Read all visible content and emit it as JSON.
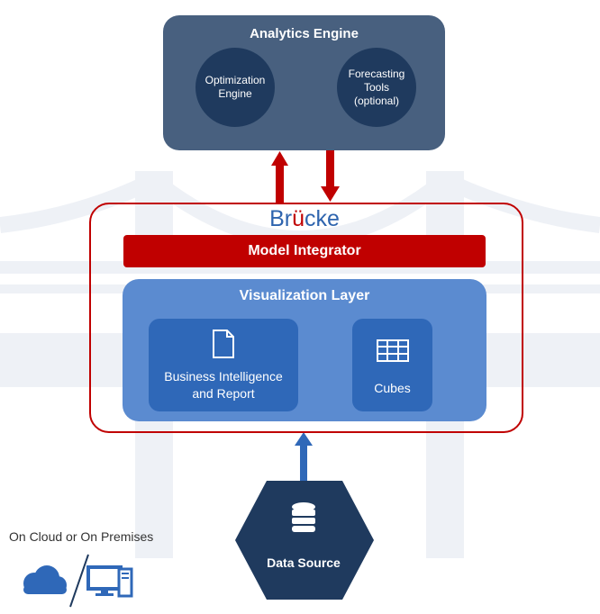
{
  "analytics": {
    "title": "Analytics Engine",
    "optimization": [
      "Optimization",
      "Engine"
    ],
    "forecasting": [
      "Forecasting",
      "Tools",
      "(optional)"
    ]
  },
  "brucke": {
    "prefix": "Br",
    "umlaut": "ü",
    "suffix": "cke"
  },
  "model_integrator": "Model Integrator",
  "visualization": {
    "title": "Visualization Layer",
    "bi_label": [
      "Business Intelligence",
      "and Report"
    ],
    "cubes_label": "Cubes"
  },
  "data_source": "Data Source",
  "deployment": "On Cloud or On Premises",
  "colors": {
    "navy": "#1f3a5e",
    "slate": "#48607f",
    "red": "#c00000",
    "blue": "#2f68b8",
    "light_blue": "#5b8bd0"
  },
  "icons": [
    "bridge-watermark-icon",
    "document-icon",
    "grid-icon",
    "database-icon",
    "cloud-icon",
    "computer-icon"
  ]
}
